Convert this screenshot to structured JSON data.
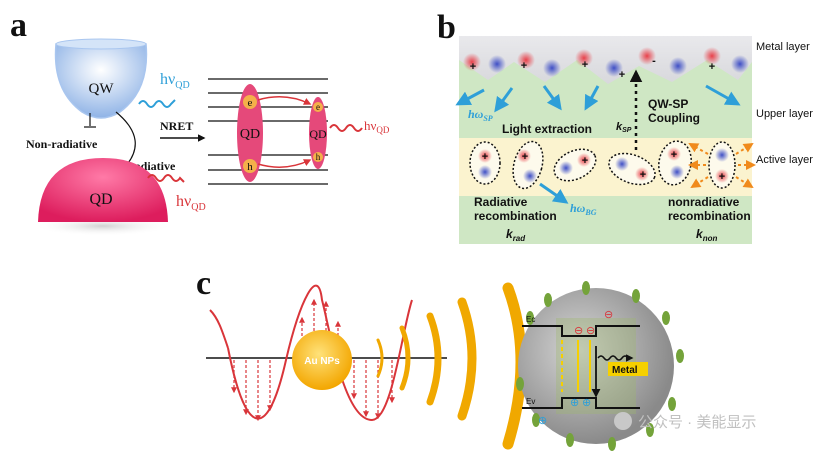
{
  "panel_a": {
    "label": "a",
    "qw": "QW",
    "qd_dome": "QD",
    "hv": "hν",
    "hv_sub": "QD",
    "non_radiative": "Non-radiative",
    "radiative": "Radiative",
    "nret": "NRET",
    "qd_left": "QD",
    "qd_right": "QD",
    "e_left": "e",
    "h_left": "h",
    "e_right": "e",
    "h_right": "h"
  },
  "panel_b": {
    "label": "b",
    "metal_layer": "Metal layer",
    "upper_layer": "Upper layer",
    "active_layer": "Active layer",
    "h_omega_sp": "hω",
    "h_omega_sp_sub": "SP",
    "light_extraction": "Light extraction",
    "k_sp": "k",
    "k_sp_sub": "SP",
    "qw_sp_coupling_1": "QW-SP",
    "qw_sp_coupling_2": "Coupling",
    "radiative_1": "Radiative",
    "radiative_2": "recombination",
    "k_rad": "k",
    "k_rad_sub": "rad",
    "h_omega_bg": "hω",
    "h_omega_bg_sub": "BG",
    "nonrad_1": "nonradiative",
    "nonrad_2": "recombination",
    "k_non": "k",
    "k_non_sub": "non"
  },
  "panel_c": {
    "label": "c",
    "au_nps": "Au NPs",
    "ec": "Ec",
    "ev": "Ev",
    "metal": "Metal",
    "minus": "⊖",
    "plus": "⊕"
  },
  "watermark": "公众号 · 美能显示",
  "colors": {
    "qd_pink": "#e8306e",
    "qw_blue": "#a9c6ef",
    "arrow_blue": "#2e9fd8",
    "wave_red": "#d9353a",
    "gold": "#f0a800",
    "orange_dash": "#f08a1c"
  }
}
